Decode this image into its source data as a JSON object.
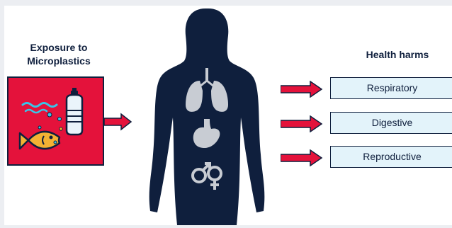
{
  "exposure": {
    "title": "Exposure to Microplastics"
  },
  "health": {
    "title": "Health harms",
    "outcomes": [
      "Respiratory",
      "Digestive",
      "Reproductive"
    ]
  },
  "icons": {
    "panel": "fish-bottle-microplastics-icon",
    "organs": [
      "lungs-icon",
      "stomach-icon",
      "gender-symbols-icon"
    ]
  },
  "colors": {
    "navy": "#0f1f3d",
    "red": "#e4123b",
    "light_blue": "#e3f3fa",
    "organ_gray": "#c8ccd3"
  }
}
